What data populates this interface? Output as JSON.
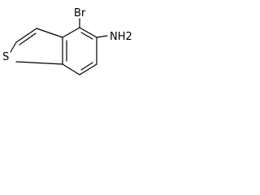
{
  "molecule": {
    "atoms": {
      "bromine": "Br",
      "sulfur": "S",
      "amine": "NH2"
    }
  }
}
